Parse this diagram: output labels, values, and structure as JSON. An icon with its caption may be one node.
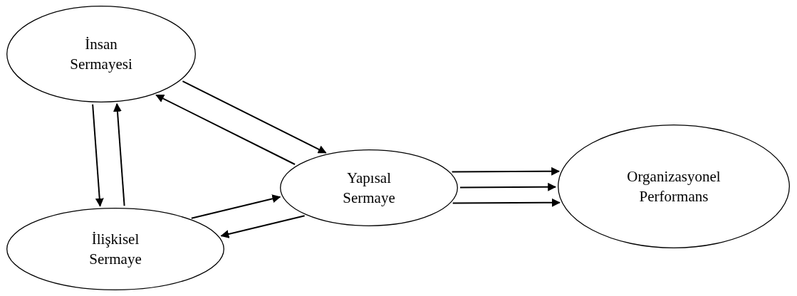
{
  "diagram": {
    "nodes": [
      {
        "text": [
          "İnsan Sermayesi"
        ]
      },
      {
        "text": [
          "İlişkisel Sermaye"
        ]
      },
      {
        "text": [
          "Yapısal Sermaye"
        ]
      },
      {
        "text": [
          "Organizasyonel Performans"
        ]
      }
    ],
    "edges": [
      {
        "from": 1,
        "to": 0,
        "arrow": "to"
      },
      {
        "from": 0,
        "to": 1,
        "arrow": "to"
      },
      {
        "from": 0,
        "to": 2,
        "arrow": "to"
      },
      {
        "from": 2,
        "to": 0,
        "arrow": "to"
      },
      {
        "from": 1,
        "to": 2,
        "arrow": "to"
      },
      {
        "from": 2,
        "to": 1,
        "arrow": "to"
      },
      {
        "from": 2,
        "to": 3,
        "arrow": "to"
      },
      {
        "from": 2,
        "to": 3,
        "arrow": "to"
      },
      {
        "from": 2,
        "to": 3,
        "arrow": "to"
      }
    ]
  }
}
